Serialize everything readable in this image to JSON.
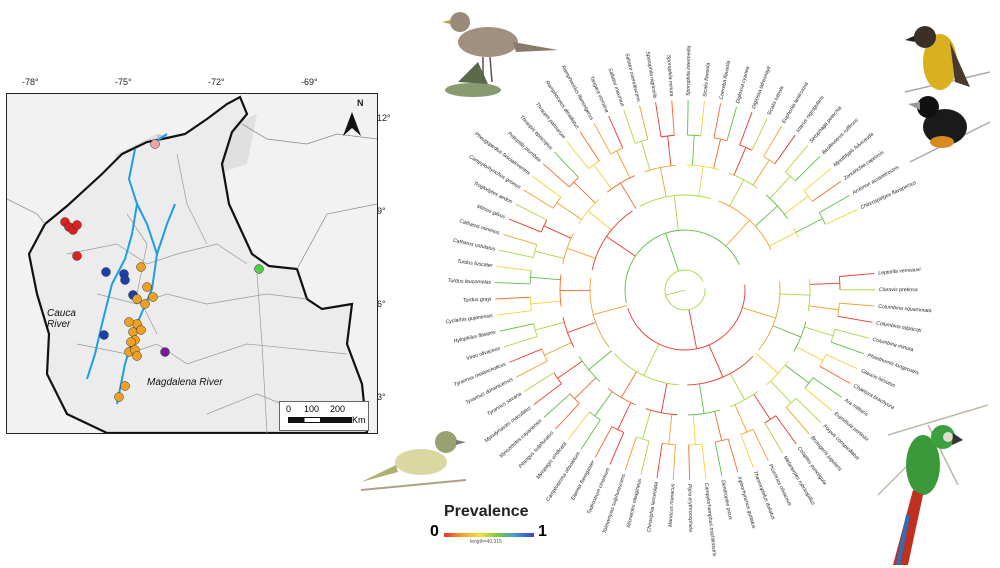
{
  "map": {
    "lon_labels": [
      "-78°",
      "-75°",
      "-72°",
      "-69°"
    ],
    "lat_labels": [
      "12°",
      "9°",
      "6°",
      "3°"
    ],
    "north_label": "N",
    "river_cauca": "Cauca\nRiver",
    "river_magdalena": "Magdalena River",
    "scale_ticks": [
      "0",
      "100",
      "200"
    ],
    "scale_unit": "Km",
    "point_colors": {
      "red": "#e02020",
      "blue": "#1b3ea8",
      "orange": "#f0a020",
      "purple": "#7a1a9a",
      "pink": "#f0a0a8",
      "green": "#50d040"
    }
  },
  "legend": {
    "title": "Prevalence",
    "min": "0",
    "max": "1",
    "length_note": "length=40.315"
  },
  "tree": {
    "taxa": [
      "Leptotila verreauxi",
      "Claravis pretiosa",
      "Columbina squammata",
      "Columbina talpacoti",
      "Columbina minuta",
      "Phaethornis longirostris",
      "Glaucis hirsutus",
      "Chaetura brachyura",
      "Ara militaris",
      "Eupsittula pertinax",
      "Forpus conspicillatus",
      "Brotogeris jugularis",
      "Colaptes punctigula",
      "Melanerpes rubricapillus",
      "Picumnus olivaceus",
      "Thamnophilus doliatus",
      "Xiphorhynchus guttatus",
      "Dendroplex picus",
      "Campylorhamphus trochilirostris",
      "Pipra erythrocephala",
      "Manacus manacus",
      "Chiroxiphia lanceolata",
      "Mionectes oleagineus",
      "Tolmomyias sulphurescens",
      "Todirostrum cinereum",
      "Elaenia flavogaster",
      "Camptostoma obsoletum",
      "Myiopagis viridicata",
      "Pitangus sulphuratus",
      "Myiozetetes cayanensis",
      "Myiodynastes maculatus",
      "Tyrannus savana",
      "Tyrannus dominicensis",
      "Tyrannus melancholicus",
      "Vireo olivaceus",
      "Hylophilus flavipes",
      "Cyclarhis gujanensis",
      "Turdus grayi",
      "Turdus leucomelas",
      "Turdus fuscater",
      "Catharus ustulatus",
      "Catharus minimus",
      "Mimus gilvus",
      "Troglodytes aedon",
      "Campylorhynchus griseus",
      "Pheugopedius fasciatoventris",
      "Polioptila plumbea",
      "Thraupis episcopus",
      "Thraupis palmarum",
      "Ramphocelus dimidiatus",
      "Ramphocelus flammigerus",
      "Tangara vitriolina",
      "Saltator maximus",
      "Saltator coerulescens",
      "Sporophila nigricollis",
      "Sporophila minuta",
      "Sporophila intermedia",
      "Sicalis flaveola",
      "Coereba flaveola",
      "Diglossa cyanea",
      "Diglossa lafresnayii",
      "Sicalis luteola",
      "Euphonia laniirostris",
      "Icterus nigrogularis",
      "Setophaga petechia",
      "Basileuterus rufifrons",
      "Myiothlypis fulvicauda",
      "Zonotrichia capensis",
      "Arremon aurantiirostris",
      "Chlorospingus flavopectus"
    ]
  }
}
